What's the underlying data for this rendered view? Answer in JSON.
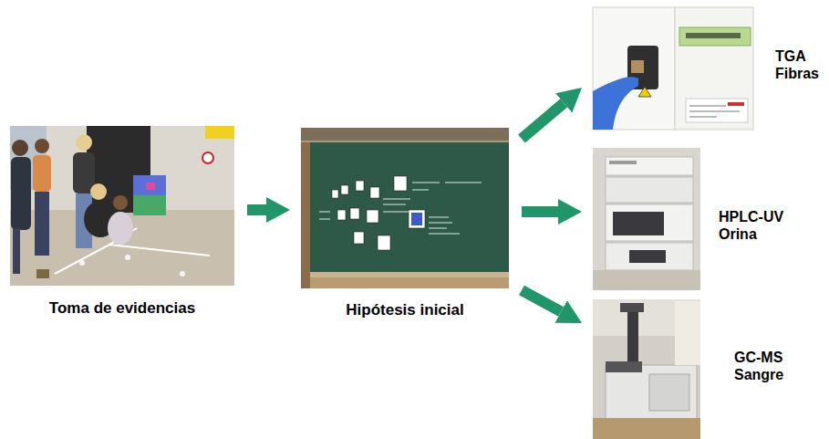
{
  "diagram": {
    "nodes": [
      {
        "text": [
          "Toma de evidencias"
        ]
      },
      {
        "text": [
          "Hipótesis inicial"
        ]
      },
      {
        "text": [
          "TGA Fibras"
        ]
      },
      {
        "text": [
          "HPLC-UV Orina"
        ]
      },
      {
        "text": [
          "GC-MS Sangre"
        ]
      }
    ],
    "edges": [
      {
        "from": 0,
        "to": 1,
        "arrow": "to"
      },
      {
        "from": 1,
        "to": 2,
        "arrow": "to"
      },
      {
        "from": 1,
        "to": 3,
        "arrow": "to"
      },
      {
        "from": 1,
        "to": 4,
        "arrow": "to"
      }
    ]
  }
}
